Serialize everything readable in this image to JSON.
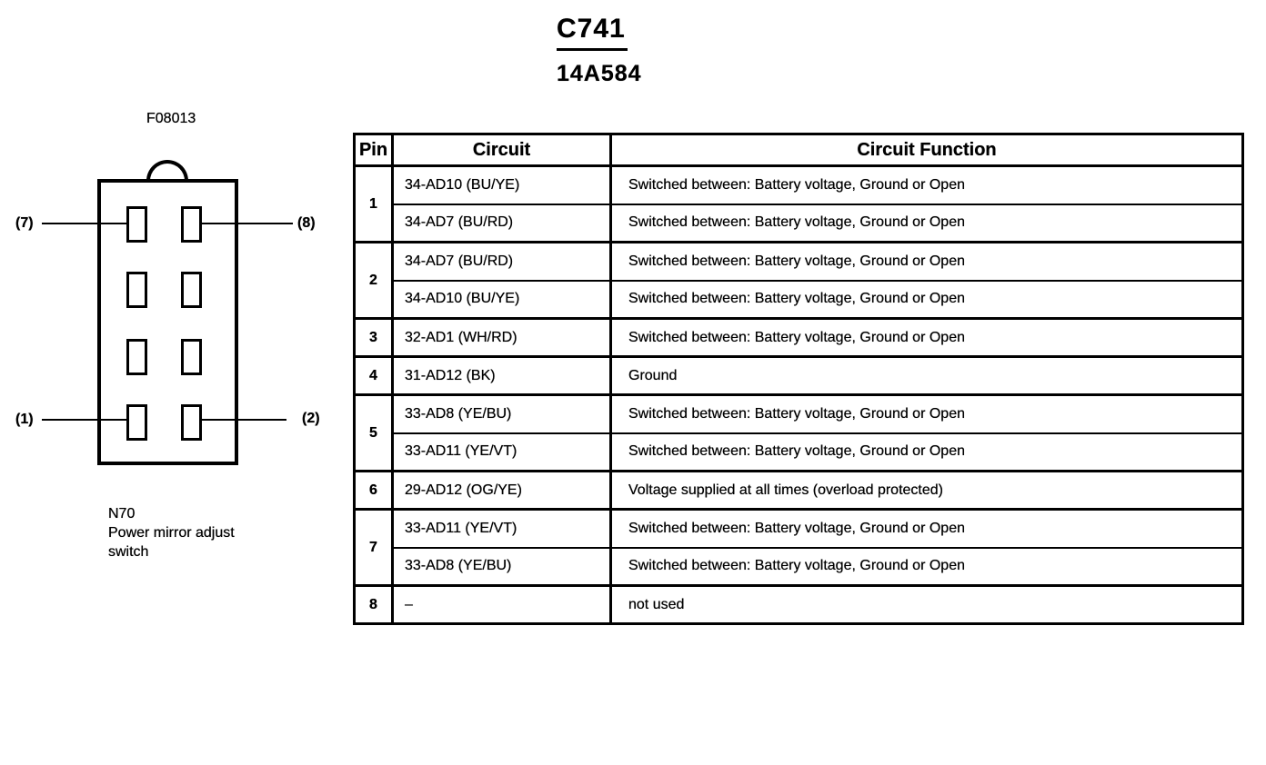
{
  "page": {
    "title": "C741",
    "subtitle": "14A584"
  },
  "diagram": {
    "figure_label": "F08013",
    "callouts": [
      {
        "label": "(7)",
        "position": "top-left"
      },
      {
        "label": "(8)",
        "position": "top-right"
      },
      {
        "label": "(1)",
        "position": "bottom-left"
      },
      {
        "label": "(2)",
        "position": "bottom-right"
      }
    ],
    "component_lines": [
      "N70",
      "Power mirror adjust",
      "switch"
    ]
  },
  "table": {
    "headers": [
      "Pin",
      "Circuit",
      "Circuit Function"
    ],
    "rows": [
      {
        "pin": "1",
        "circuits": [
          {
            "circuit": "34-AD10 (BU/YE)",
            "function": "Switched between: Battery voltage, Ground or Open"
          },
          {
            "circuit": "34-AD7 (BU/RD)",
            "function": "Switched between: Battery voltage, Ground or Open"
          }
        ]
      },
      {
        "pin": "2",
        "circuits": [
          {
            "circuit": "34-AD7 (BU/RD)",
            "function": "Switched between: Battery voltage, Ground or Open"
          },
          {
            "circuit": "34-AD10 (BU/YE)",
            "function": "Switched between: Battery voltage, Ground or Open"
          }
        ]
      },
      {
        "pin": "3",
        "circuits": [
          {
            "circuit": "32-AD1 (WH/RD)",
            "function": "Switched between: Battery voltage, Ground or Open"
          }
        ]
      },
      {
        "pin": "4",
        "circuits": [
          {
            "circuit": "31-AD12 (BK)",
            "function": "Ground"
          }
        ]
      },
      {
        "pin": "5",
        "circuits": [
          {
            "circuit": "33-AD8 (YE/BU)",
            "function": "Switched between: Battery voltage, Ground or Open"
          },
          {
            "circuit": "33-AD11 (YE/VT)",
            "function": "Switched between: Battery voltage, Ground or Open"
          }
        ]
      },
      {
        "pin": "6",
        "circuits": [
          {
            "circuit": "29-AD12 (OG/YE)",
            "function": "Voltage supplied at all times (overload protected)"
          }
        ]
      },
      {
        "pin": "7",
        "circuits": [
          {
            "circuit": "33-AD11 (YE/VT)",
            "function": "Switched between: Battery voltage, Ground or Open"
          },
          {
            "circuit": "33-AD8 (YE/BU)",
            "function": "Switched between: Battery voltage, Ground or Open"
          }
        ]
      },
      {
        "pin": "8",
        "circuits": [
          {
            "circuit": "–",
            "function": "not used"
          }
        ]
      }
    ]
  }
}
